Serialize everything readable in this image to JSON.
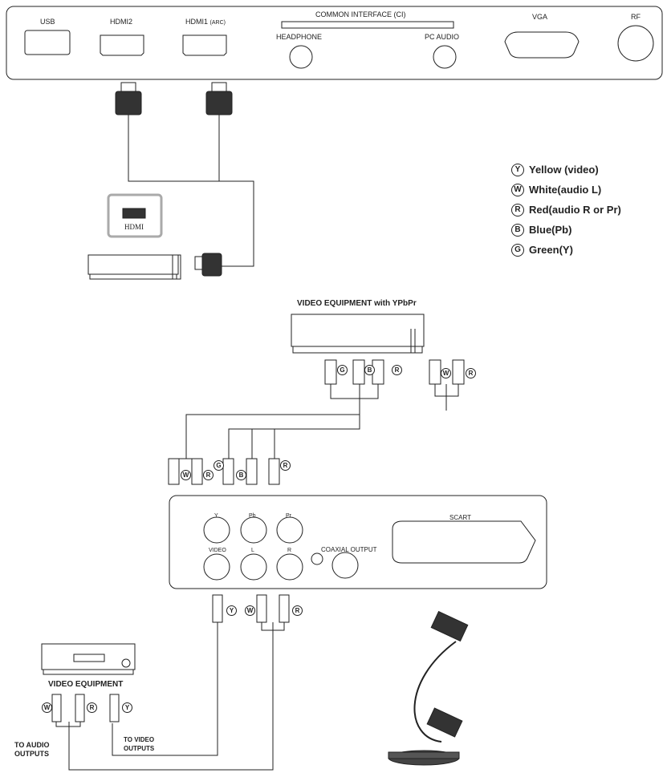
{
  "top_panel": {
    "usb": "USB",
    "hdmi2": "HDMI2",
    "hdmi1_main": "HDMI1",
    "hdmi1_sub": "(ARC)",
    "ci": "COMMON INTERFACE (CI)",
    "headphone": "HEADPHONE",
    "pc_audio": "PC AUDIO",
    "vga": "VGA",
    "rf": "RF"
  },
  "hdmi_device": {
    "label": "HDMI"
  },
  "legend": [
    {
      "letter": "Y",
      "text": "Yellow (video)"
    },
    {
      "letter": "W",
      "text": "White(audio L)"
    },
    {
      "letter": "R",
      "text": "Red(audio R or Pr)"
    },
    {
      "letter": "B",
      "text": "Blue(Pb)"
    },
    {
      "letter": "G",
      "text": "Green(Y)"
    }
  ],
  "ypbpr_title": "VIDEO EQUIPMENT with YPbPr",
  "tags": {
    "g": "G",
    "b": "B",
    "r": "R",
    "w": "W",
    "y": "Y"
  },
  "bottom_panel": {
    "y": "Y",
    "pb": "Pb",
    "pr": "Pr",
    "video": "VIDEO",
    "l": "L",
    "r": "R",
    "coaxial": "COAXIAL OUTPUT",
    "scart": "SCART"
  },
  "video_equipment": "VIDEO EQUIPMENT",
  "to_audio_1": "TO AUDIO",
  "to_audio_2": "OUTPUTS",
  "to_video_1": "TO VIDEO",
  "to_video_2": "OUTPUTS"
}
